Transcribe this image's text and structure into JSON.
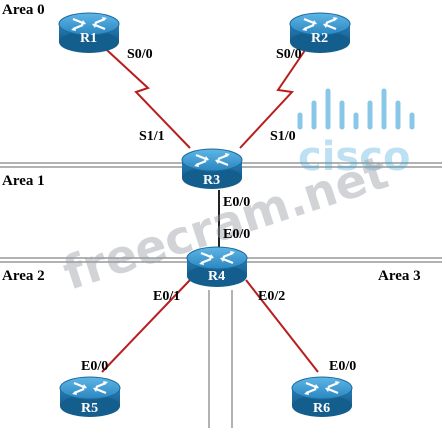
{
  "areas": {
    "area0": "Area 0",
    "area1": "Area 1",
    "area2": "Area 2",
    "area3": "Area 3"
  },
  "routers": {
    "r1": "R1",
    "r2": "R2",
    "r3": "R3",
    "r4": "R4",
    "r5": "R5",
    "r6": "R6"
  },
  "interfaces": {
    "r1_s00": "S0/0",
    "r2_s00": "S0/0",
    "r3_s11": "S1/1",
    "r3_s10": "S1/0",
    "r3_e00": "E0/0",
    "r4_e00": "E0/0",
    "r4_e01": "E0/1",
    "r4_e02": "E0/2",
    "r5_e00": "E0/0",
    "r6_e00": "E0/0"
  },
  "watermark": {
    "site": "freecram.net",
    "brand": "cisco"
  },
  "colors": {
    "router_top": "#2f8fc8",
    "router_side": "#1f6fa3",
    "link": "#b81e1e",
    "area_line": "#555555"
  }
}
